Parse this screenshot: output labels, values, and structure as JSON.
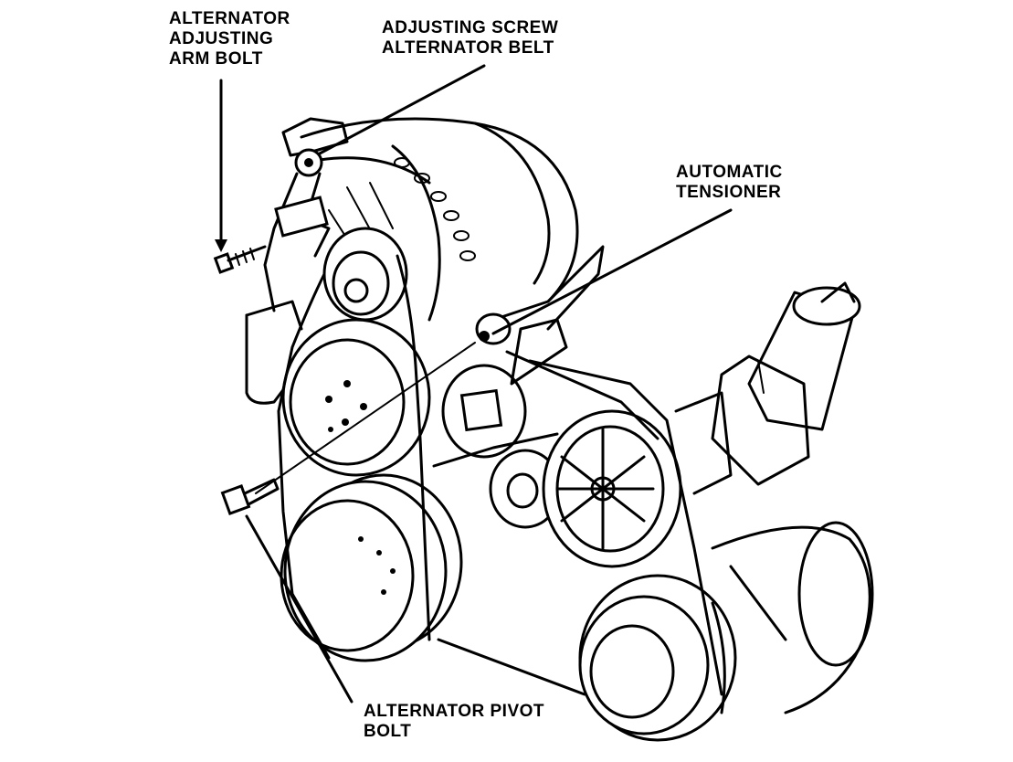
{
  "labels": {
    "arm_bolt": [
      "ALTERNATOR",
      "ADJUSTING",
      "ARM BOLT"
    ],
    "adjusting_screw": [
      "ADJUSTING SCREW",
      "ALTERNATOR BELT"
    ],
    "tensioner": [
      "AUTOMATIC",
      "TENSIONER"
    ],
    "pivot_bolt": [
      "ALTERNATOR PIVOT",
      "BOLT"
    ]
  },
  "colors": {
    "ink": "#000000",
    "paper": "#ffffff"
  }
}
